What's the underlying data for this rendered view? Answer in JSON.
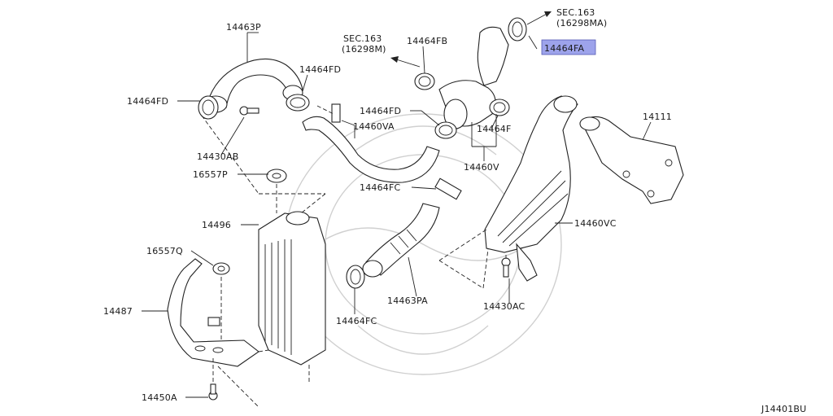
{
  "labels": {
    "p14463P": "14463P",
    "p14464FD_top": "14464FD",
    "p14464FD_left": "14464FD",
    "p14464FD_mid": "14464FD",
    "p14430AB": "14430AB",
    "p14460VA": "14460VA",
    "p14464FB": "14464FB",
    "p14464FA": "14464FA",
    "p14464F": "14464F",
    "p14460V": "14460V",
    "p14111": "14111",
    "p16557P": "16557P",
    "p14464FC_top": "14464FC",
    "p14496": "14496",
    "p14460VC": "14460VC",
    "p16557Q": "16557Q",
    "p14463PA": "14463PA",
    "p14430AC": "14430AC",
    "p14487": "14487",
    "p14464FC_bot": "14464FC",
    "p14450A": "14450A"
  },
  "sec_refs": {
    "left_line1": "SEC.163",
    "left_line2": "(16298M)",
    "right_line1": "SEC.163",
    "right_line2": "(16298MA)"
  },
  "diagram_code": "J14401BU",
  "highlight_color": "#8d94e8"
}
